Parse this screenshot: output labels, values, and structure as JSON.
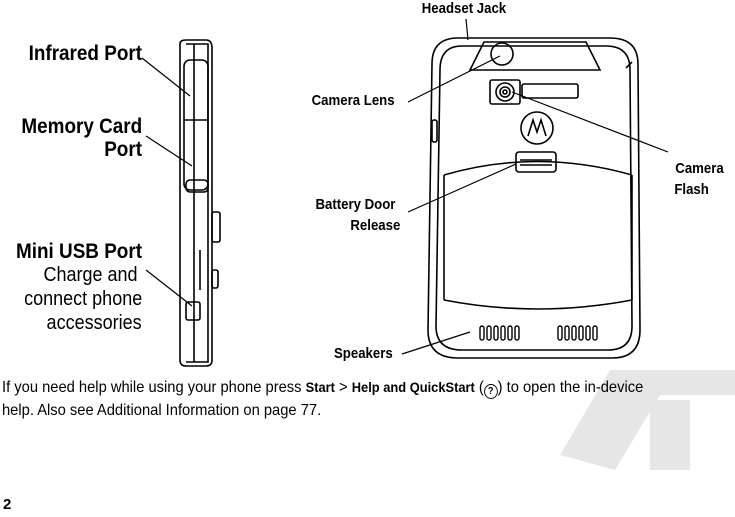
{
  "labels": {
    "headset_jack": "Headset Jack",
    "camera_lens": "Camera Lens",
    "camera_flash_1": "Camera",
    "camera_flash_2": "Flash",
    "battery_door_1": "Battery Door",
    "battery_door_2": "Release",
    "speakers": "Speakers",
    "infrared_port": "Infrared Port",
    "memory_card_1": "Memory Card",
    "memory_card_2": "Port",
    "mini_usb": "Mini USB Port",
    "mini_usb_desc_1": "Charge and",
    "mini_usb_desc_2": "connect phone",
    "mini_usb_desc_3": "accessories"
  },
  "body": {
    "part1": "If you need help while using your phone press ",
    "cmd_start": "Start",
    "sep": " > ",
    "cmd_help": "Help and QuickStart",
    "part2_open": " (",
    "help_icon": "?",
    "part2_close": ") to open the in-device",
    "line2": "help. Also see Additional Information on page 77."
  },
  "page_number": "2"
}
